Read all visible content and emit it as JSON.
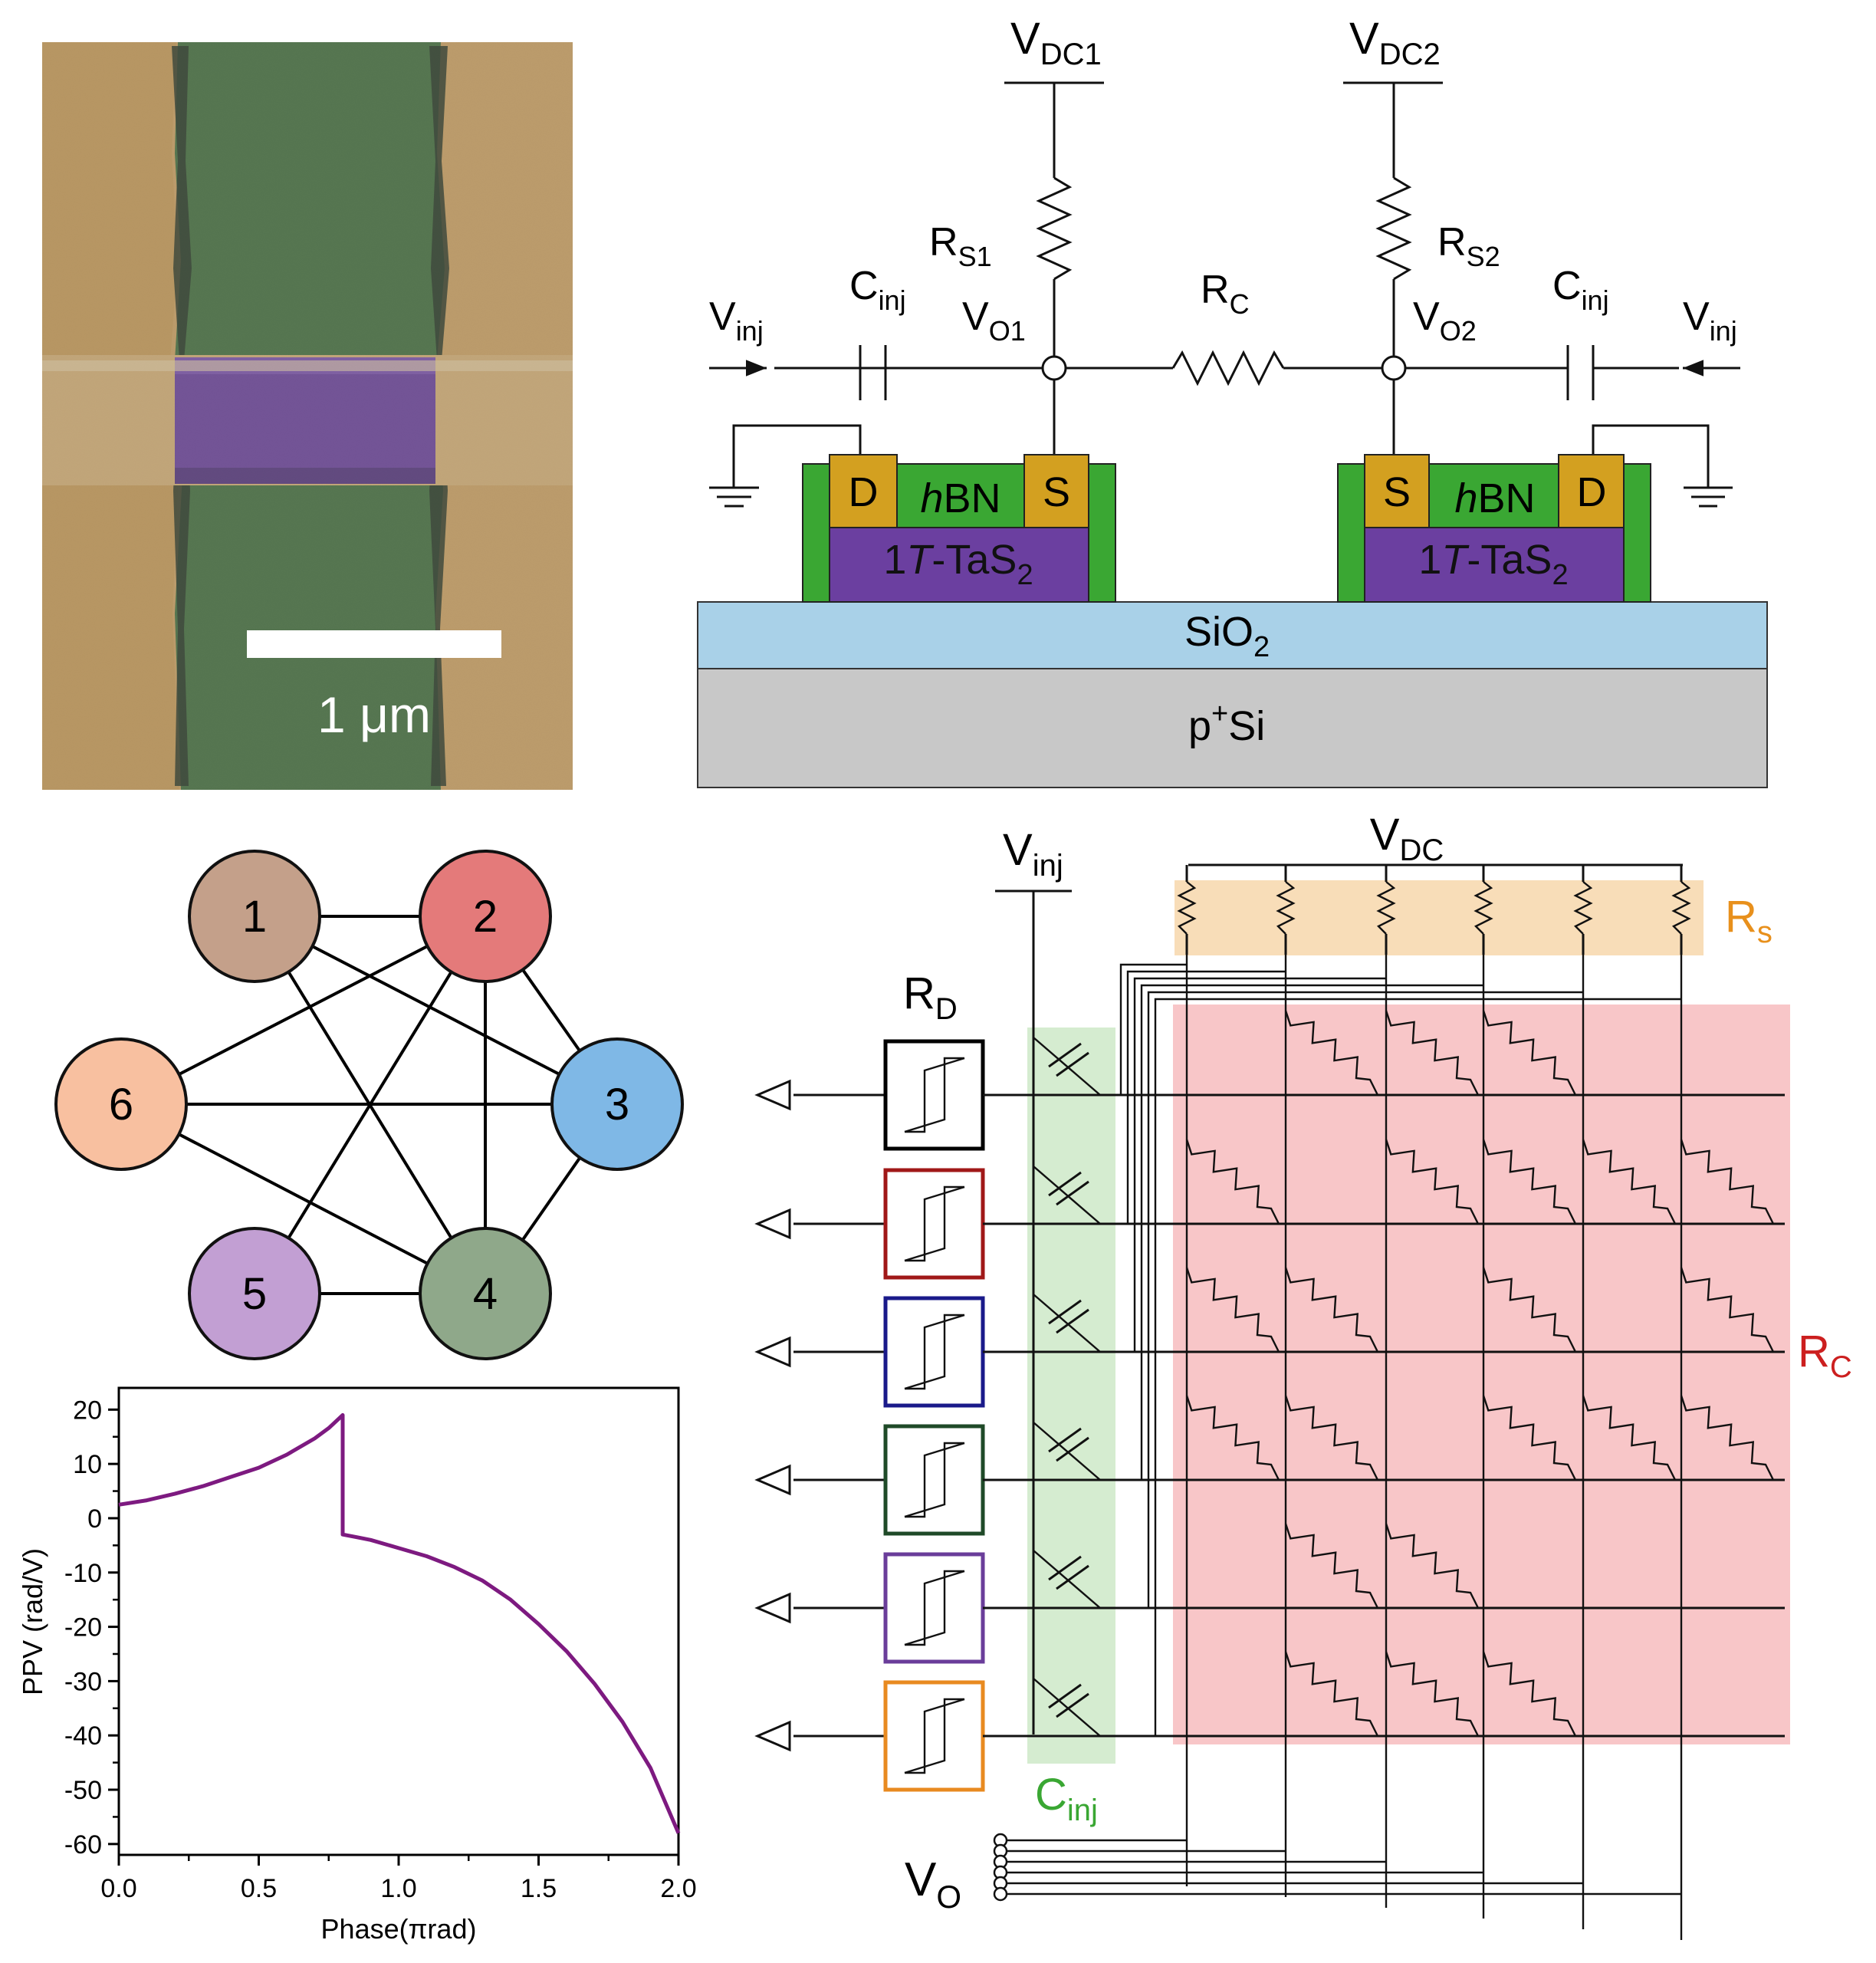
{
  "sem_image": {
    "scale_bar_label": "1 μm",
    "colors": {
      "electrode": "#d9a85e",
      "channel": "#3d6e35",
      "tas2": "#6a3aa0",
      "dark": "#1b2b18"
    }
  },
  "circuit_top": {
    "vdc1": {
      "main": "V",
      "sub": "DC1"
    },
    "vdc2": {
      "main": "V",
      "sub": "DC2"
    },
    "rs1": {
      "main": "R",
      "sub": "S1"
    },
    "rs2": {
      "main": "R",
      "sub": "S2"
    },
    "rc": {
      "main": "R",
      "sub": "C"
    },
    "cinj_left": {
      "main": "C",
      "sub": "inj"
    },
    "cinj_right": {
      "main": "C",
      "sub": "inj"
    },
    "vinj_left": {
      "main": "V",
      "sub": "inj"
    },
    "vinj_right": {
      "main": "V",
      "sub": "inj"
    },
    "vo1": {
      "main": "V",
      "sub": "O1"
    },
    "vo2": {
      "main": "V",
      "sub": "O2"
    },
    "drain": "D",
    "source": "S",
    "hbn": {
      "italic": "h",
      "rest": "BN"
    },
    "tas2": {
      "pre": "1",
      "italic": "T",
      "mid": "-TaS",
      "sub": "2"
    },
    "sio2": {
      "main": "SiO",
      "sub": "2"
    },
    "si": {
      "pre": "p",
      "sup": "+",
      "rest": "Si"
    },
    "colors": {
      "hbn": "#3aa733",
      "tas2": "#6b3fa0",
      "contact": "#d3a020",
      "sio2": "#a9d1e8",
      "si": "#c8c8c8"
    }
  },
  "graph": {
    "nodes": [
      {
        "id": "1",
        "color": "#c4a08a"
      },
      {
        "id": "2",
        "color": "#e47a7a"
      },
      {
        "id": "3",
        "color": "#7fb8e6"
      },
      {
        "id": "4",
        "color": "#8fa88a"
      },
      {
        "id": "5",
        "color": "#c29fd3"
      },
      {
        "id": "6",
        "color": "#f8c0a0"
      }
    ],
    "edges": [
      [
        "1",
        "2"
      ],
      [
        "1",
        "3"
      ],
      [
        "1",
        "4"
      ],
      [
        "2",
        "3"
      ],
      [
        "2",
        "4"
      ],
      [
        "2",
        "5"
      ],
      [
        "2",
        "6"
      ],
      [
        "3",
        "4"
      ],
      [
        "3",
        "6"
      ],
      [
        "4",
        "5"
      ],
      [
        "4",
        "6"
      ]
    ]
  },
  "chart_data": {
    "type": "line",
    "xlabel": "Phase(πrad)",
    "ylabel": "PPV (rad/V)",
    "xlim": [
      0,
      2
    ],
    "ylim": [
      -62,
      24
    ],
    "xticks": [
      0.0,
      0.5,
      1.0,
      1.5,
      2.0
    ],
    "xtick_labels": [
      "0.0",
      "0.5",
      "1.0",
      "1.5",
      "2.0"
    ],
    "yticks": [
      20,
      10,
      0,
      -10,
      -20,
      -30,
      -40,
      -50,
      -60
    ],
    "ytick_labels": [
      "20",
      "10",
      "0",
      "-10",
      "-20",
      "-30",
      "-40",
      "-50",
      "-60"
    ],
    "series": [
      {
        "color": "#7d1a80",
        "x": [
          0.0,
          0.1,
          0.2,
          0.3,
          0.4,
          0.5,
          0.6,
          0.7,
          0.75,
          0.8,
          0.8,
          0.85,
          0.9,
          1.0,
          1.1,
          1.2,
          1.3,
          1.4,
          1.5,
          1.6,
          1.7,
          1.8,
          1.9,
          2.0
        ],
        "y": [
          2.5,
          3.3,
          4.5,
          5.9,
          7.6,
          9.3,
          11.7,
          14.7,
          16.6,
          19.0,
          -3.0,
          -3.5,
          -4.0,
          -5.5,
          -7.0,
          -9.0,
          -11.5,
          -15.0,
          -19.5,
          -24.5,
          -30.5,
          -37.5,
          -46.0,
          -58.0
        ]
      }
    ]
  },
  "circuit_bottom": {
    "vinj": {
      "main": "V",
      "sub": "inj"
    },
    "vdc": {
      "main": "V",
      "sub": "DC"
    },
    "rs": {
      "main": "R",
      "sub": "s"
    },
    "rd": {
      "main": "R",
      "sub": "D"
    },
    "rc": {
      "main": "R",
      "sub": "C"
    },
    "cinj": {
      "main": "C",
      "sub": "inj"
    },
    "vo": {
      "main": "V",
      "sub": "O"
    },
    "row_colors": [
      "#000000",
      "#a01818",
      "#1a1a8a",
      "#1f4a28",
      "#6a3d9a",
      "#e88a20"
    ],
    "coupling_matrix": [
      [
        0,
        1,
        1,
        1,
        0,
        0
      ],
      [
        1,
        0,
        1,
        1,
        1,
        1
      ],
      [
        1,
        1,
        0,
        1,
        0,
        1
      ],
      [
        1,
        1,
        0,
        1,
        1,
        1
      ],
      [
        0,
        1,
        1,
        0,
        0,
        0
      ],
      [
        0,
        1,
        1,
        1,
        0,
        0
      ]
    ],
    "colors": {
      "rs_band": "#f8ddb8",
      "rc_area": "#f8c6c8",
      "cinj_band": "#d5ecd0",
      "rs_label": "#e8901c",
      "rc_label": "#cc1f1f",
      "cinj_label": "#3aa733"
    }
  }
}
